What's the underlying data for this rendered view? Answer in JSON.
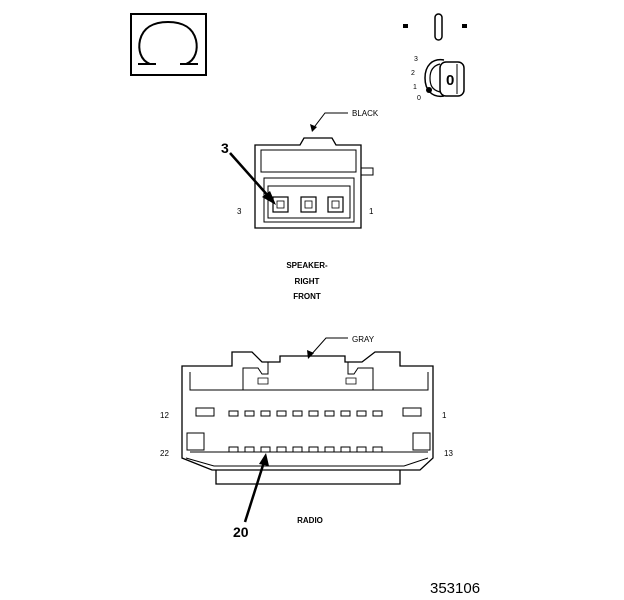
{
  "speaker_connector": {
    "color_label": "BLACK",
    "callout_number": "3",
    "pin_left": "3",
    "pin_right": "1",
    "caption_line1": "SPEAKER-",
    "caption_line2": "RIGHT",
    "caption_line3": "FRONT"
  },
  "radio_connector": {
    "color_label": "GRAY",
    "callout_number": "20",
    "pin_top_left": "12",
    "pin_top_right": "1",
    "pin_bottom_left": "22",
    "pin_bottom_right": "13",
    "caption": "RADIO"
  },
  "ignition_switch": {
    "positions": [
      "3",
      "2",
      "1",
      "0"
    ],
    "key_label": "0"
  },
  "figure_number": "353106"
}
